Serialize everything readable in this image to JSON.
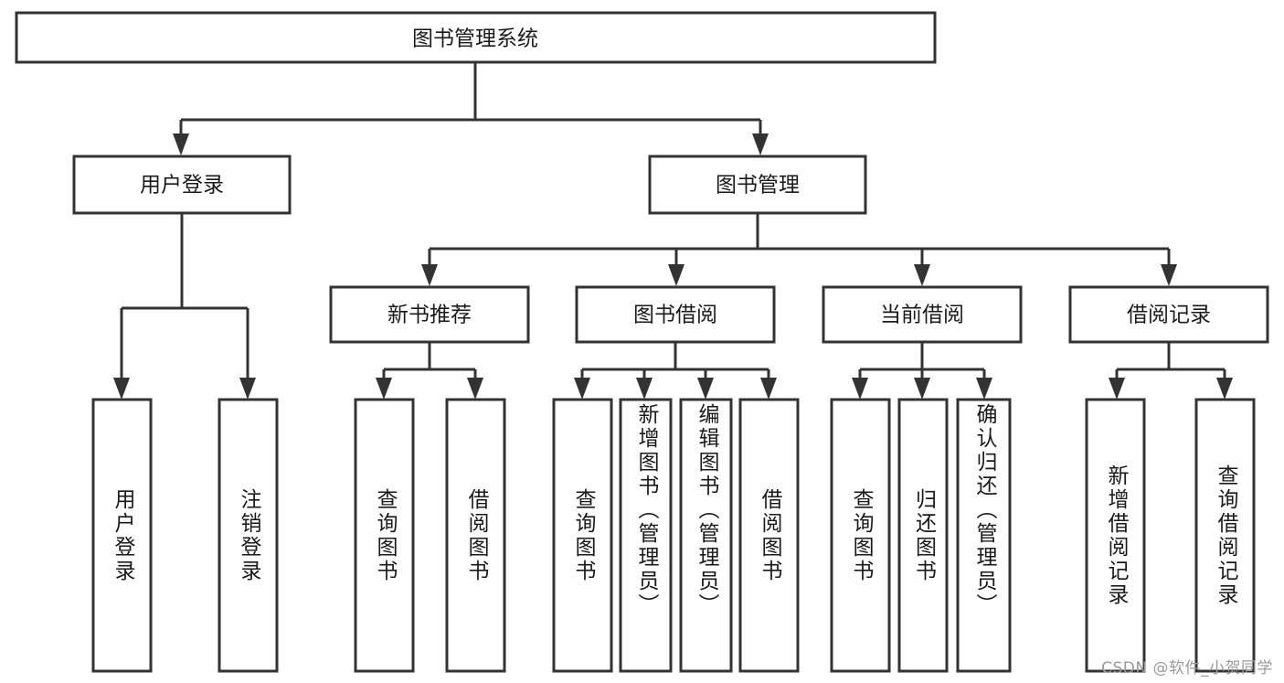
{
  "diagram": {
    "type": "tree",
    "title": "图书管理系统",
    "watermark": "CSDN @软件_小贺同学",
    "levels": {
      "root": {
        "label": "图书管理系统"
      },
      "level2": [
        {
          "label": "用户登录"
        },
        {
          "label": "图书管理"
        }
      ],
      "level3": [
        {
          "label": "新书推荐"
        },
        {
          "label": "图书借阅"
        },
        {
          "label": "当前借阅"
        },
        {
          "label": "借阅记录"
        }
      ],
      "leaves": {
        "user_login": [
          {
            "label": "用户登录"
          },
          {
            "label": "注销登录"
          }
        ],
        "new_book_recommend": [
          {
            "label": "查询图书"
          },
          {
            "label": "借阅图书"
          }
        ],
        "book_borrow": [
          {
            "label": "查询图书"
          },
          {
            "label": "新增图书（管理员）"
          },
          {
            "label": "编辑图书（管理员）"
          },
          {
            "label": "借阅图书"
          }
        ],
        "current_borrow": [
          {
            "label": "查询图书"
          },
          {
            "label": "归还图书"
          },
          {
            "label": "确认归还（管理员）"
          }
        ],
        "borrow_record": [
          {
            "label": "新增借阅记录"
          },
          {
            "label": "查询借阅记录"
          }
        ]
      }
    },
    "colors": {
      "stroke": "#333333",
      "fill": "#ffffff",
      "text": "#1a1a1a",
      "watermark": "#9a9a9a"
    }
  }
}
